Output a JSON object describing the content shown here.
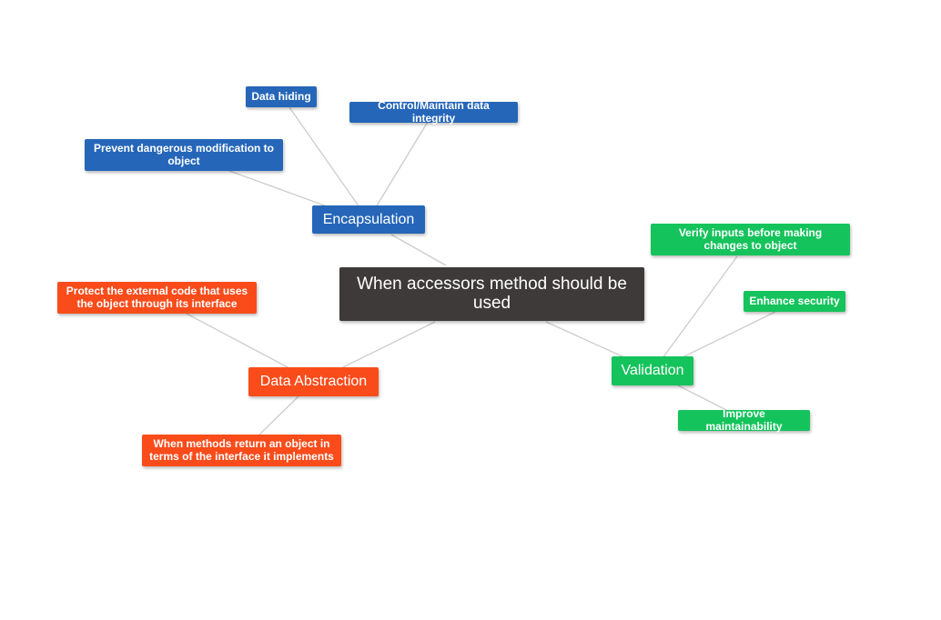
{
  "mindmap": {
    "root": "When accessors method should be used",
    "encapsulation": {
      "label": "Encapsulation",
      "children": [
        "Data hiding",
        "Control/Maintain data integrity",
        "Prevent dangerous modification to object"
      ]
    },
    "data_abstraction": {
      "label": "Data Abstraction",
      "children": [
        "Protect the external code that uses the object through its interface",
        "When methods return an object in terms of the interface it implements"
      ]
    },
    "validation": {
      "label": "Validation",
      "children": [
        "Verify inputs before making changes to object",
        "Enhance security",
        "Improve maintainability"
      ]
    }
  },
  "colors": {
    "root": "#3e3a39",
    "encapsulation": "#2566b9",
    "data_abstraction": "#fa4c1b",
    "validation": "#15c35c",
    "connector": "#cccccc"
  }
}
